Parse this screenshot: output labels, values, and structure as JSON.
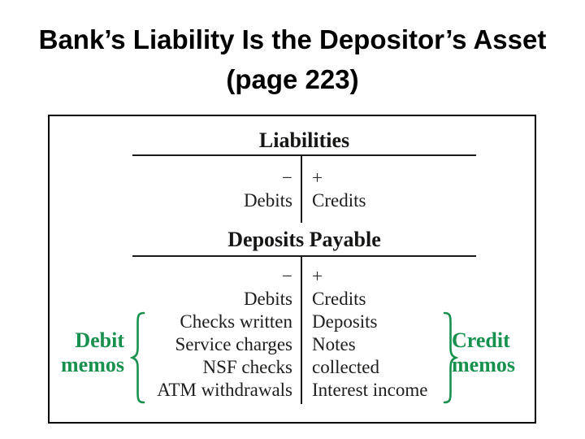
{
  "title": {
    "line1": "Bank’s Liability Is the Depositor’s Asset",
    "line2": "(page 223)"
  },
  "diagram": {
    "account1": {
      "header": "Liabilities",
      "minus": "−",
      "plus": "+",
      "debit_label": "Debits",
      "credit_label": "Credits"
    },
    "account2": {
      "header": "Deposits Payable",
      "minus": "−",
      "plus": "+",
      "rows": [
        {
          "left": "Debits",
          "right": "Credits"
        },
        {
          "left": "Checks written",
          "right": "Deposits"
        },
        {
          "left": "Service charges",
          "right": "Notes"
        },
        {
          "left": "NSF checks",
          "right": "collected"
        },
        {
          "left": "ATM withdrawals",
          "right": "Interest income"
        }
      ]
    },
    "debit_memo_label": [
      "Debit",
      "memos"
    ],
    "credit_memo_label": [
      "Credit",
      "memos"
    ],
    "colors": {
      "memo_green": "#17914d",
      "rule_black": "#1a1a1a",
      "text_black": "#1d1d1b",
      "title_black": "#000000"
    }
  }
}
